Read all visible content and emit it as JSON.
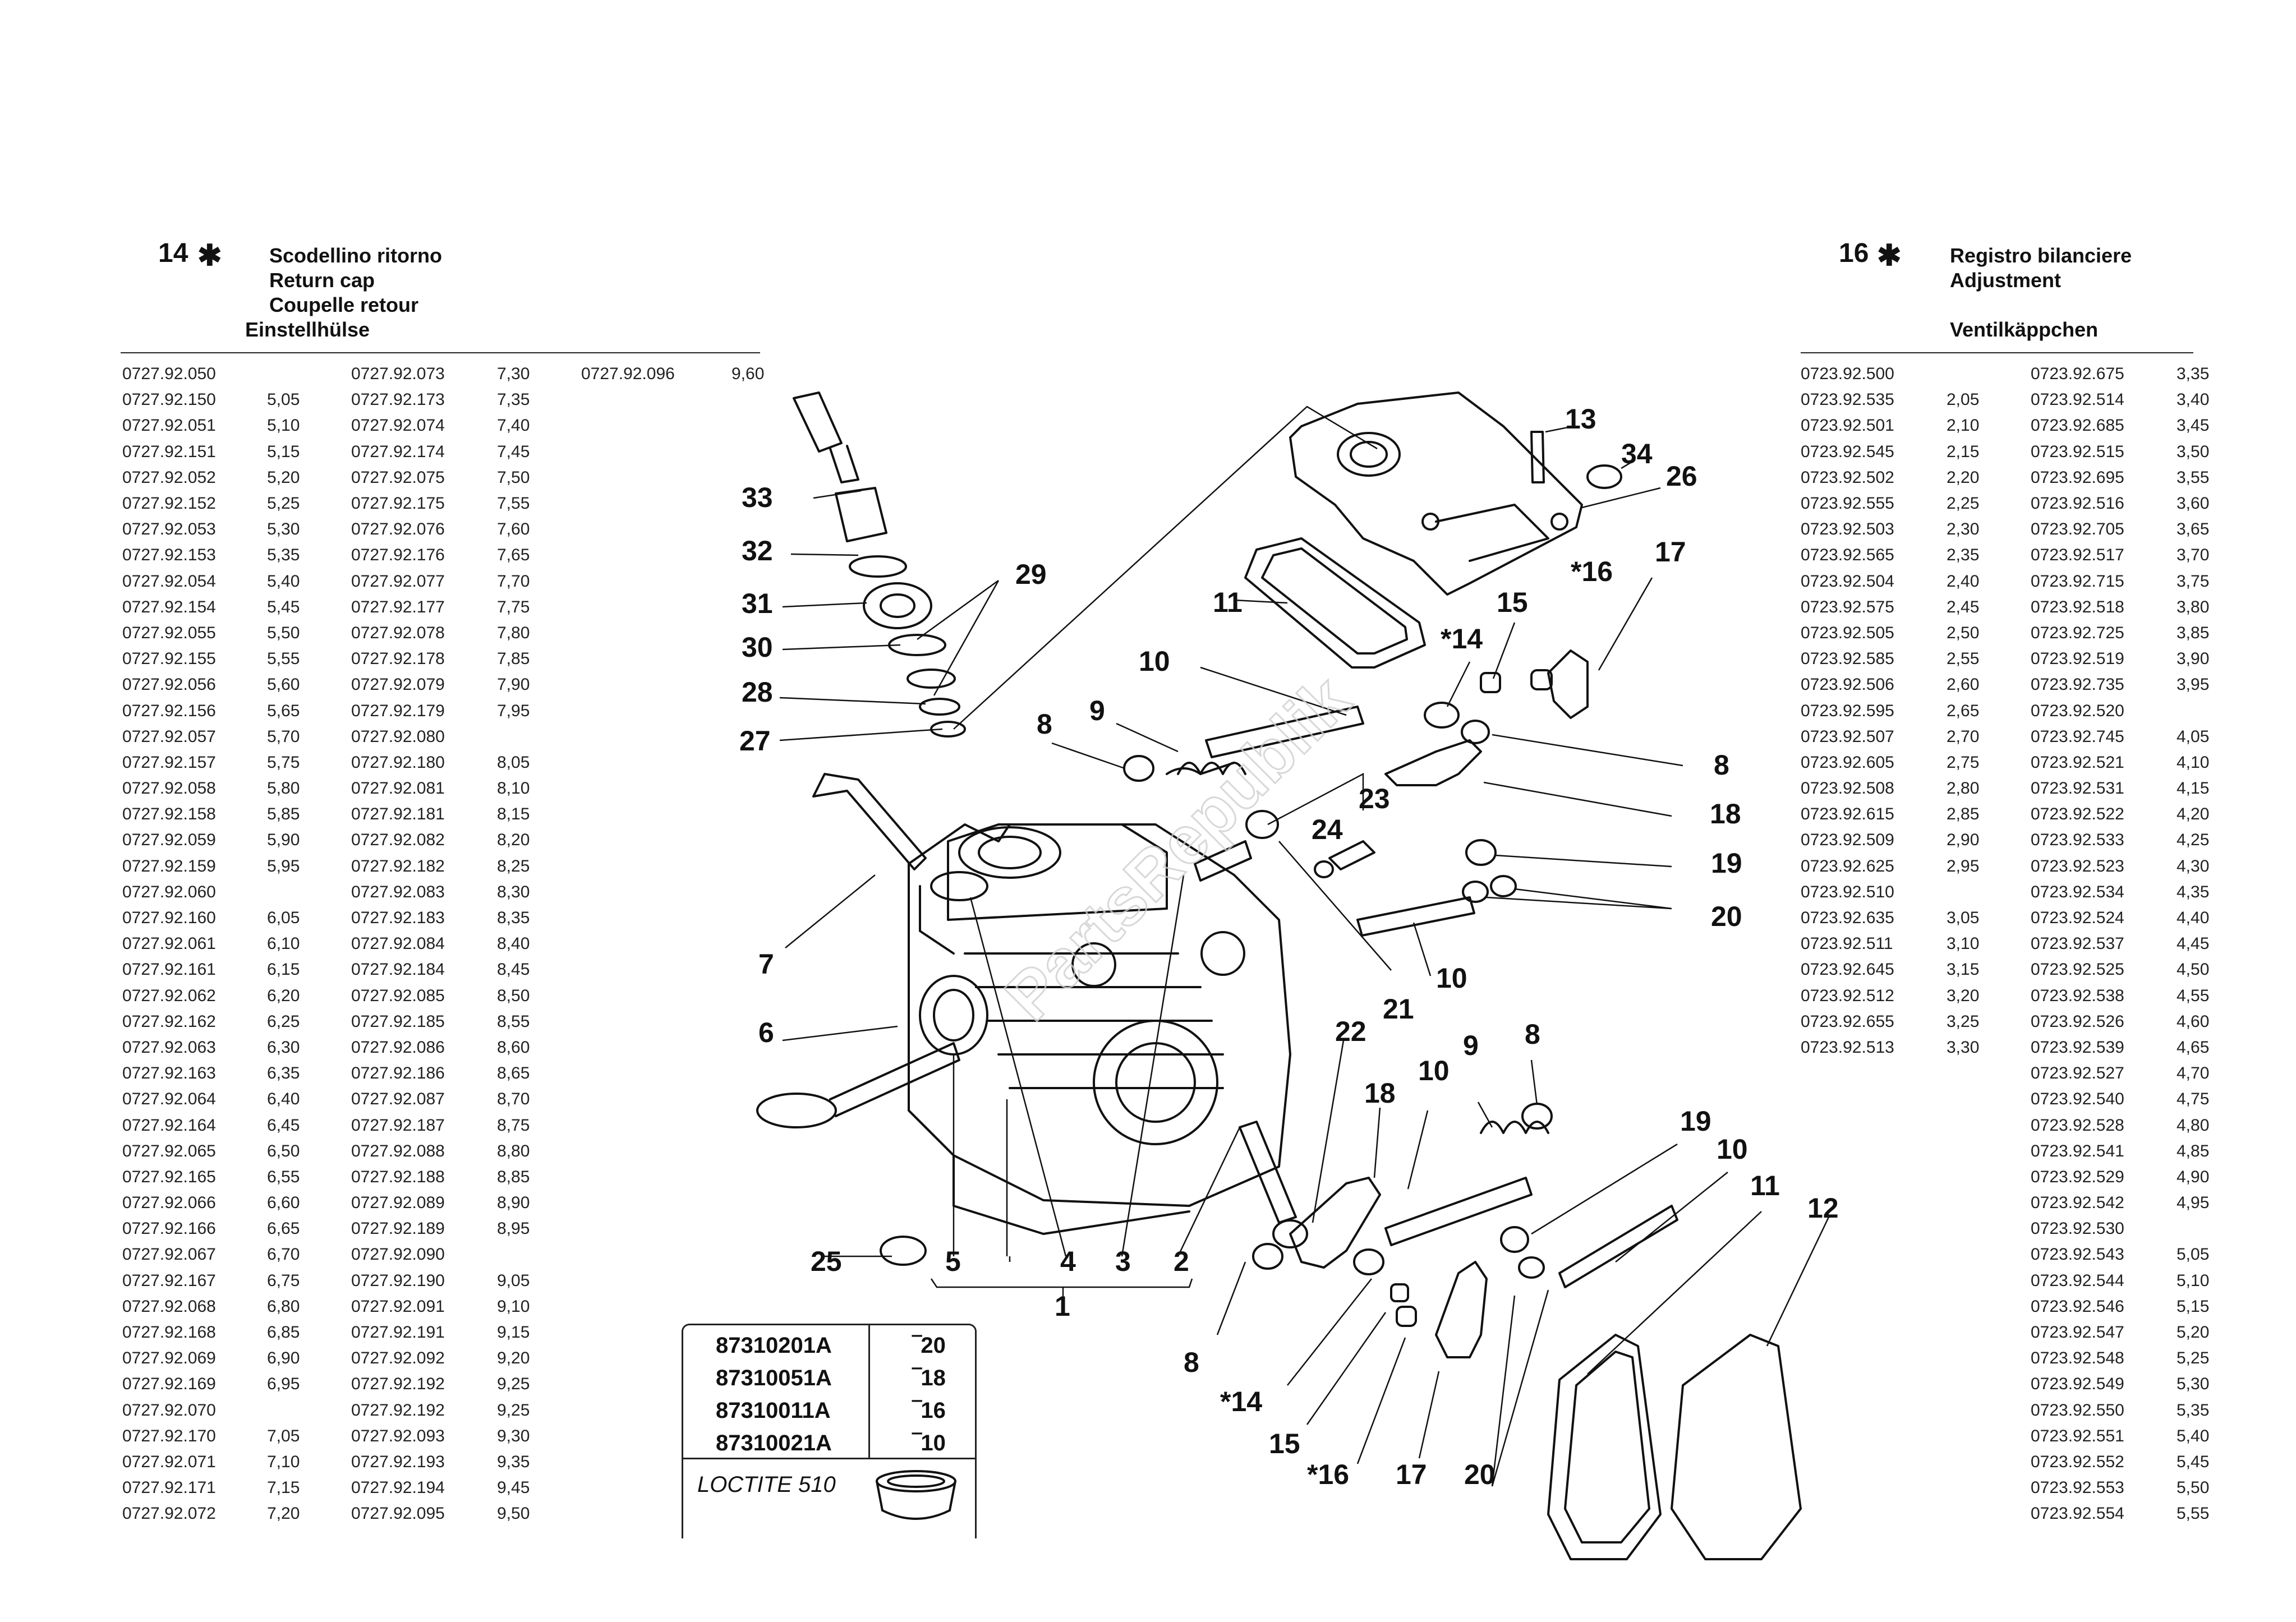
{
  "left_header": {
    "number": "14",
    "star": "✱",
    "lines": [
      "Scodellino ritorno",
      "Return cap",
      "Coupelle retour"
    ],
    "last_line": "Einstellhülse"
  },
  "right_header": {
    "number": "16",
    "star": "✱",
    "lines": [
      "Registro bilanciere",
      "Adjustment"
    ],
    "last_line": "Ventilkäppchen"
  },
  "left_table": [
    [
      "0727.92.050",
      "",
      "0727.92.073",
      "7,30",
      "0727.92.096",
      "9,60"
    ],
    [
      "0727.92.150",
      "5,05",
      "0727.92.173",
      "7,35",
      "",
      ""
    ],
    [
      "0727.92.051",
      "5,10",
      "0727.92.074",
      "7,40",
      "",
      ""
    ],
    [
      "0727.92.151",
      "5,15",
      "0727.92.174",
      "7,45",
      "",
      ""
    ],
    [
      "0727.92.052",
      "5,20",
      "0727.92.075",
      "7,50",
      "",
      ""
    ],
    [
      "0727.92.152",
      "5,25",
      "0727.92.175",
      "7,55",
      "",
      ""
    ],
    [
      "0727.92.053",
      "5,30",
      "0727.92.076",
      "7,60",
      "",
      ""
    ],
    [
      "0727.92.153",
      "5,35",
      "0727.92.176",
      "7,65",
      "",
      ""
    ],
    [
      "0727.92.054",
      "5,40",
      "0727.92.077",
      "7,70",
      "",
      ""
    ],
    [
      "0727.92.154",
      "5,45",
      "0727.92.177",
      "7,75",
      "",
      ""
    ],
    [
      "0727.92.055",
      "5,50",
      "0727.92.078",
      "7,80",
      "",
      ""
    ],
    [
      "0727.92.155",
      "5,55",
      "0727.92.178",
      "7,85",
      "",
      ""
    ],
    [
      "0727.92.056",
      "5,60",
      "0727.92.079",
      "7,90",
      "",
      ""
    ],
    [
      "0727.92.156",
      "5,65",
      "0727.92.179",
      "7,95",
      "",
      ""
    ],
    [
      "0727.92.057",
      "5,70",
      "0727.92.080",
      "",
      "",
      ""
    ],
    [
      "0727.92.157",
      "5,75",
      "0727.92.180",
      "8,05",
      "",
      ""
    ],
    [
      "0727.92.058",
      "5,80",
      "0727.92.081",
      "8,10",
      "",
      ""
    ],
    [
      "0727.92.158",
      "5,85",
      "0727.92.181",
      "8,15",
      "",
      ""
    ],
    [
      "0727.92.059",
      "5,90",
      "0727.92.082",
      "8,20",
      "",
      ""
    ],
    [
      "0727.92.159",
      "5,95",
      "0727.92.182",
      "8,25",
      "",
      ""
    ],
    [
      "0727.92.060",
      "",
      "0727.92.083",
      "8,30",
      "",
      ""
    ],
    [
      "0727.92.160",
      "6,05",
      "0727.92.183",
      "8,35",
      "",
      ""
    ],
    [
      "0727.92.061",
      "6,10",
      "0727.92.084",
      "8,40",
      "",
      ""
    ],
    [
      "0727.92.161",
      "6,15",
      "0727.92.184",
      "8,45",
      "",
      ""
    ],
    [
      "0727.92.062",
      "6,20",
      "0727.92.085",
      "8,50",
      "",
      ""
    ],
    [
      "0727.92.162",
      "6,25",
      "0727.92.185",
      "8,55",
      "",
      ""
    ],
    [
      "0727.92.063",
      "6,30",
      "0727.92.086",
      "8,60",
      "",
      ""
    ],
    [
      "0727.92.163",
      "6,35",
      "0727.92.186",
      "8,65",
      "",
      ""
    ],
    [
      "0727.92.064",
      "6,40",
      "0727.92.087",
      "8,70",
      "",
      ""
    ],
    [
      "0727.92.164",
      "6,45",
      "0727.92.187",
      "8,75",
      "",
      ""
    ],
    [
      "0727.92.065",
      "6,50",
      "0727.92.088",
      "8,80",
      "",
      ""
    ],
    [
      "0727.92.165",
      "6,55",
      "0727.92.188",
      "8,85",
      "",
      ""
    ],
    [
      "0727.92.066",
      "6,60",
      "0727.92.089",
      "8,90",
      "",
      ""
    ],
    [
      "0727.92.166",
      "6,65",
      "0727.92.189",
      "8,95",
      "",
      ""
    ],
    [
      "0727.92.067",
      "6,70",
      "0727.92.090",
      "",
      "",
      ""
    ],
    [
      "0727.92.167",
      "6,75",
      "0727.92.190",
      "9,05",
      "",
      ""
    ],
    [
      "0727.92.068",
      "6,80",
      "0727.92.091",
      "9,10",
      "",
      ""
    ],
    [
      "0727.92.168",
      "6,85",
      "0727.92.191",
      "9,15",
      "",
      ""
    ],
    [
      "0727.92.069",
      "6,90",
      "0727.92.092",
      "9,20",
      "",
      ""
    ],
    [
      "0727.92.169",
      "6,95",
      "0727.92.192",
      "9,25",
      "",
      ""
    ],
    [
      "0727.92.070",
      "",
      "0727.92.192",
      "9,25",
      "",
      ""
    ],
    [
      "0727.92.170",
      "7,05",
      "0727.92.093",
      "9,30",
      "",
      ""
    ],
    [
      "0727.92.071",
      "7,10",
      "0727.92.193",
      "9,35",
      "",
      ""
    ],
    [
      "0727.92.171",
      "7,15",
      "0727.92.194",
      "9,45",
      "",
      ""
    ],
    [
      "0727.92.072",
      "7,20",
      "0727.92.095",
      "9,50",
      "",
      ""
    ]
  ],
  "right_table": [
    [
      "0723.92.500",
      "",
      "0723.92.675",
      "3,35"
    ],
    [
      "0723.92.535",
      "2,05",
      "0723.92.514",
      "3,40"
    ],
    [
      "0723.92.501",
      "2,10",
      "0723.92.685",
      "3,45"
    ],
    [
      "0723.92.545",
      "2,15",
      "0723.92.515",
      "3,50"
    ],
    [
      "0723.92.502",
      "2,20",
      "0723.92.695",
      "3,55"
    ],
    [
      "0723.92.555",
      "2,25",
      "0723.92.516",
      "3,60"
    ],
    [
      "0723.92.503",
      "2,30",
      "0723.92.705",
      "3,65"
    ],
    [
      "0723.92.565",
      "2,35",
      "0723.92.517",
      "3,70"
    ],
    [
      "0723.92.504",
      "2,40",
      "0723.92.715",
      "3,75"
    ],
    [
      "0723.92.575",
      "2,45",
      "0723.92.518",
      "3,80"
    ],
    [
      "0723.92.505",
      "2,50",
      "0723.92.725",
      "3,85"
    ],
    [
      "0723.92.585",
      "2,55",
      "0723.92.519",
      "3,90"
    ],
    [
      "0723.92.506",
      "2,60",
      "0723.92.735",
      "3,95"
    ],
    [
      "0723.92.595",
      "2,65",
      "0723.92.520",
      ""
    ],
    [
      "0723.92.507",
      "2,70",
      "0723.92.745",
      "4,05"
    ],
    [
      "0723.92.605",
      "2,75",
      "0723.92.521",
      "4,10"
    ],
    [
      "0723.92.508",
      "2,80",
      "0723.92.531",
      "4,15"
    ],
    [
      "0723.92.615",
      "2,85",
      "0723.92.522",
      "4,20"
    ],
    [
      "0723.92.509",
      "2,90",
      "0723.92.533",
      "4,25"
    ],
    [
      "0723.92.625",
      "2,95",
      "0723.92.523",
      "4,30"
    ],
    [
      "0723.92.510",
      "",
      "0723.92.534",
      "4,35"
    ],
    [
      "0723.92.635",
      "3,05",
      "0723.92.524",
      "4,40"
    ],
    [
      "0723.92.511",
      "3,10",
      "0723.92.537",
      "4,45"
    ],
    [
      "0723.92.645",
      "3,15",
      "0723.92.525",
      "4,50"
    ],
    [
      "0723.92.512",
      "3,20",
      "0723.92.538",
      "4,55"
    ],
    [
      "0723.92.655",
      "3,25",
      "0723.92.526",
      "4,60"
    ],
    [
      "0723.92.513",
      "3,30",
      "0723.92.539",
      "4,65"
    ],
    [
      "",
      "",
      "0723.92.527",
      "4,70"
    ],
    [
      "",
      "",
      "0723.92.540",
      "4,75"
    ],
    [
      "",
      "",
      "0723.92.528",
      "4,80"
    ],
    [
      "",
      "",
      "0723.92.541",
      "4,85"
    ],
    [
      "",
      "",
      "0723.92.529",
      "4,90"
    ],
    [
      "",
      "",
      "0723.92.542",
      "4,95"
    ],
    [
      "",
      "",
      "0723.92.530",
      ""
    ],
    [
      "",
      "",
      "0723.92.543",
      "5,05"
    ],
    [
      "",
      "",
      "0723.92.544",
      "5,10"
    ],
    [
      "",
      "",
      "0723.92.546",
      "5,15"
    ],
    [
      "",
      "",
      "0723.92.547",
      "5,20"
    ],
    [
      "",
      "",
      "0723.92.548",
      "5,25"
    ],
    [
      "",
      "",
      "0723.92.549",
      "5,30"
    ],
    [
      "",
      "",
      "0723.92.550",
      "5,35"
    ],
    [
      "",
      "",
      "0723.92.551",
      "5,40"
    ],
    [
      "",
      "",
      "0723.92.552",
      "5,45"
    ],
    [
      "",
      "",
      "0723.92.553",
      "5,50"
    ],
    [
      "",
      "",
      "0723.92.554",
      "5,55"
    ]
  ],
  "legend": {
    "rows": [
      {
        "code": "87310201A",
        "value": "‾20"
      },
      {
        "code": "87310051A",
        "value": "‾18"
      },
      {
        "code": "87310011A",
        "value": "‾16"
      },
      {
        "code": "87310021A",
        "value": "‾10"
      }
    ],
    "loctite": "LOCTITE 510"
  },
  "callouts": [
    "13",
    "34",
    "26",
    "33",
    "32",
    "29",
    "31",
    "30",
    "28",
    "27",
    "11",
    "*16",
    "17",
    "15",
    "*14",
    "10",
    "9",
    "8",
    "8",
    "18",
    "23",
    "24",
    "19",
    "20",
    "7",
    "21",
    "10",
    "6",
    "22",
    "10",
    "9",
    "8",
    "18",
    "19",
    "10",
    "11",
    "12",
    "25",
    "5",
    "4",
    "3",
    "2",
    "1",
    "8",
    "*14",
    "15",
    "*16",
    "17",
    "20"
  ],
  "watermark": "PartsRepublik"
}
